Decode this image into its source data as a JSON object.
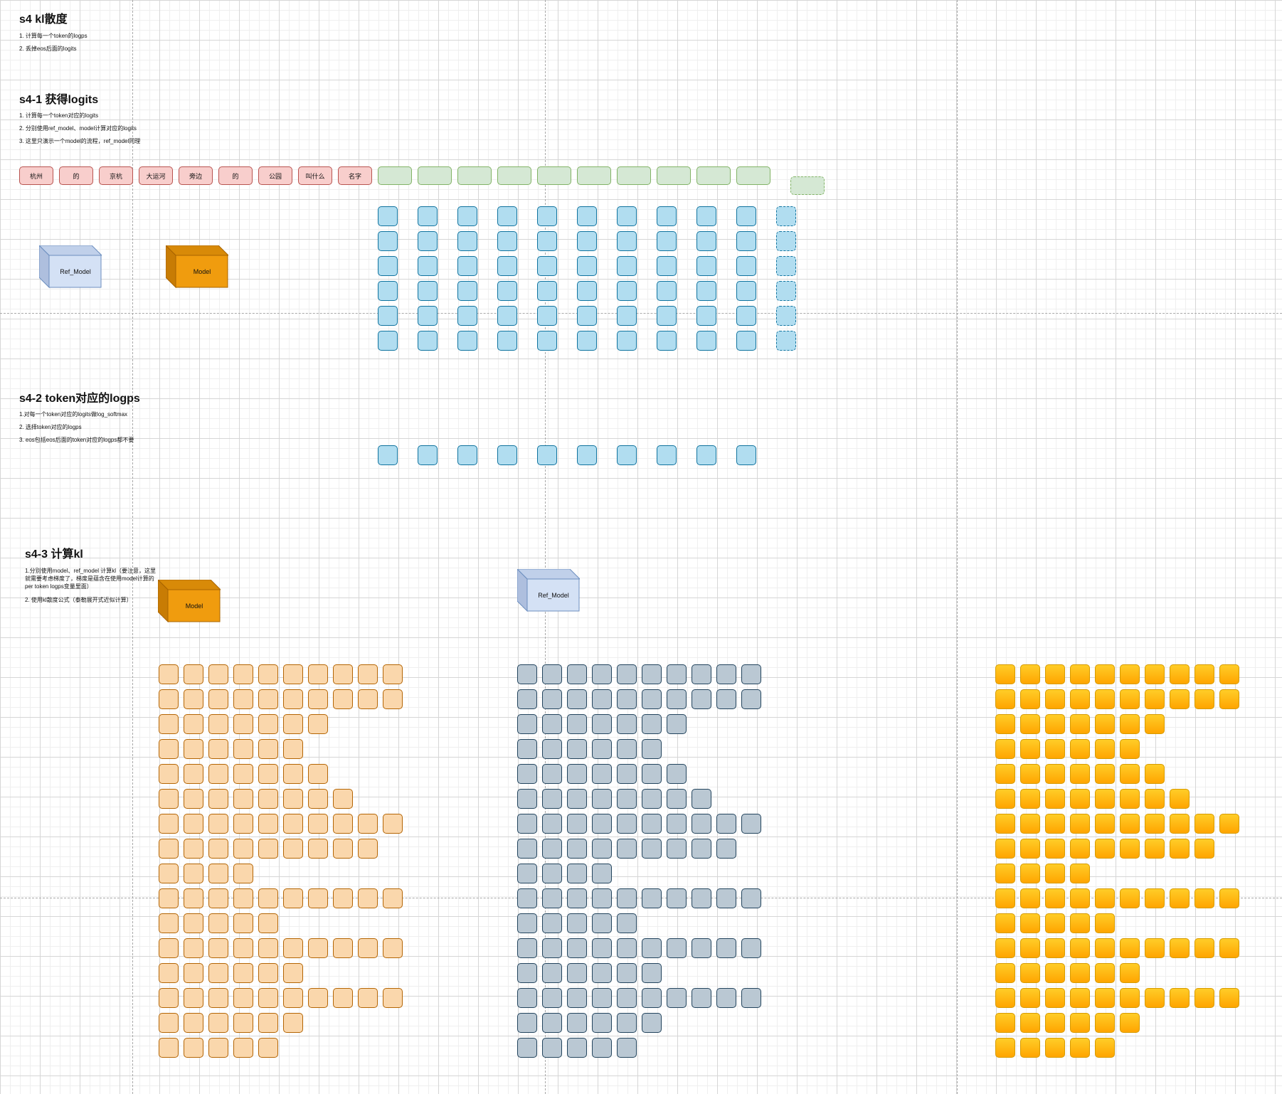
{
  "sections": {
    "s4": {
      "title": "s4 kl散度",
      "notes": [
        "1. 计算每一个token的logps",
        "2. 丢掉eos后面的logits"
      ]
    },
    "s4_1": {
      "title": "s4-1 获得logits",
      "notes": [
        "1. 计算每一个token对应的logits",
        "2. 分别使用ref_model、model计算对应的logits",
        "3. 这里只演示一个model的流程，ref_model同理"
      ],
      "tokens": [
        "杭州",
        "的",
        "京杭",
        "大运河",
        "旁边",
        "的",
        "公园",
        "叫什么",
        "名字"
      ],
      "ref_model_label": "Ref_Model",
      "model_label": "Model"
    },
    "s4_2": {
      "title": "s4-2 token对应的logps",
      "notes": [
        "1.对每一个token对应的logits做log_softmax",
        "2. 选择token对应的logps",
        "3. eos包括eos后面的token对应的logps都不要"
      ]
    },
    "s4_3": {
      "title": "s4-3 计算kl",
      "notes": [
        "1.分别使用model、ref_model 计算kl（要注意，这里就需要考虑梯度了，梯度是蕴含在使用model计算的per token logps变量里面）",
        "2. 使用kl散度公式（泰勒展开式近似计算）"
      ],
      "model_label": "Model",
      "ref_model_label": "Ref_Model",
      "row_lengths": [
        10,
        10,
        7,
        6,
        7,
        8,
        10,
        9,
        4,
        10,
        5,
        10,
        6,
        10,
        6,
        5
      ]
    }
  },
  "colors": {
    "token_pink": "#f8cecc",
    "token_green": "#d5e8d4",
    "logit_blue": "#b1ddf0",
    "model_orange": "#f09c0e",
    "ref_model_blue": "#d4e1f5",
    "peach": "#fad7ac",
    "slate": "#bac8d3",
    "gold": "#ffb000"
  }
}
